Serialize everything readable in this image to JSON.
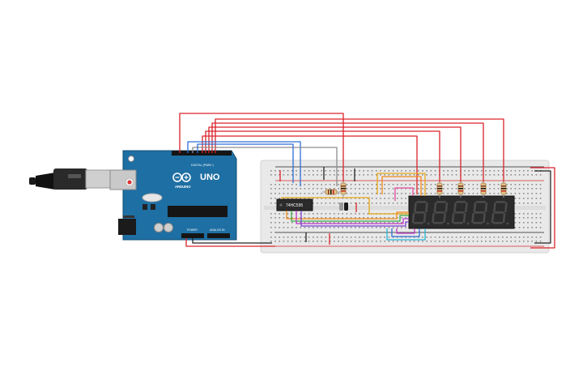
{
  "arduino": {
    "brand": "ARDUINO",
    "model": "UNO",
    "digital_header_label": "DIGITAL (PWM~)",
    "power_header_label": "POWER",
    "analog_header_label": "ANALOG IN",
    "board_color": "#1e6fa3"
  },
  "shift_register": {
    "part_label": "74HC595"
  },
  "display": {
    "digit_count": 5,
    "digits": [
      "8.",
      "8.",
      "8.",
      "8.",
      "8."
    ],
    "segment_color": "#4a4a4a",
    "body_color": "#2b2b2b"
  },
  "breadboard": {
    "color": "#e9e9e9",
    "rail_red": "#d62b2b",
    "rail_black": "#222222"
  },
  "wire_colors": {
    "red": "#d9232a",
    "blue": "#2f6fd6",
    "gray": "#8d8d8d",
    "yellow": "#e6a817",
    "orange": "#f08a1c",
    "green": "#3aa84a",
    "magenta": "#c238c9",
    "purple": "#7b3fd1",
    "cyan": "#27b7d6",
    "pink": "#e64aa0"
  }
}
